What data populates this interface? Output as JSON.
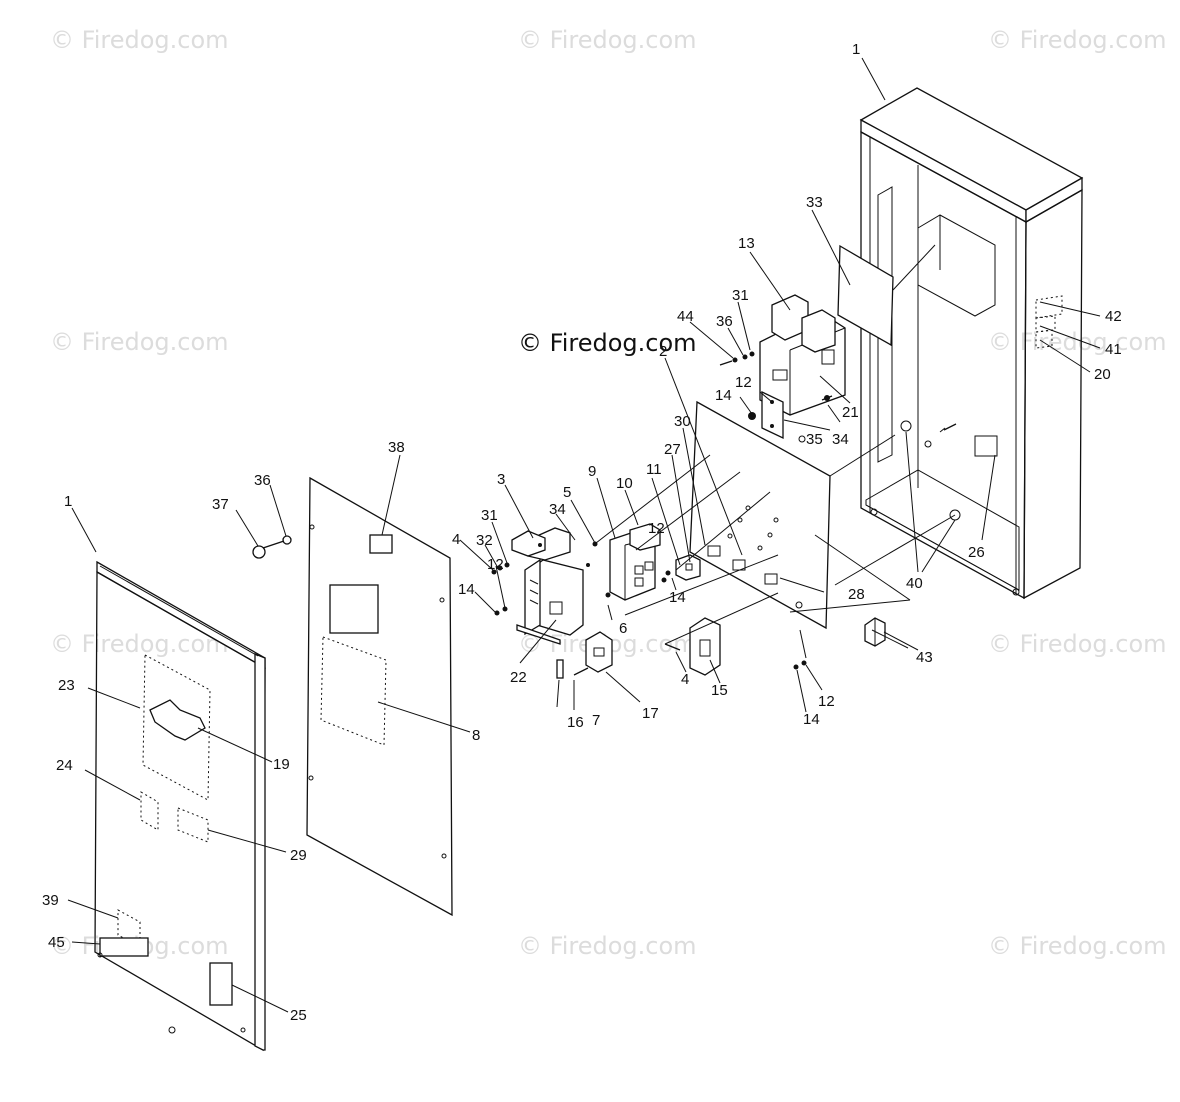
{
  "watermark": "© Firedog.com",
  "callouts": {
    "c1a": "1",
    "c1b": "1",
    "c2": "2",
    "c3": "3",
    "c4a": "4",
    "c4b": "4",
    "c5": "5",
    "c6": "6",
    "c7": "7",
    "c8": "8",
    "c9": "9",
    "c10": "10",
    "c11": "11",
    "c12a": "12",
    "c12b": "12",
    "c12c": "12",
    "c12d": "12",
    "c13": "13",
    "c14a": "14",
    "c14b": "14",
    "c14c": "14",
    "c14d": "14",
    "c15": "15",
    "c16": "16",
    "c17": "17",
    "c19": "19",
    "c20": "20",
    "c21": "21",
    "c22": "22",
    "c23": "23",
    "c24": "24",
    "c25": "25",
    "c26": "26",
    "c27": "27",
    "c28": "28",
    "c29": "29",
    "c30": "30",
    "c31a": "31",
    "c31b": "31",
    "c32": "32",
    "c33": "33",
    "c34a": "34",
    "c34b": "34",
    "c35": "35",
    "c36a": "36",
    "c36b": "36",
    "c37": "37",
    "c38": "38",
    "c39": "39",
    "c40": "40",
    "c41": "41",
    "c42": "42",
    "c43": "43",
    "c44": "44",
    "c45": "45"
  }
}
